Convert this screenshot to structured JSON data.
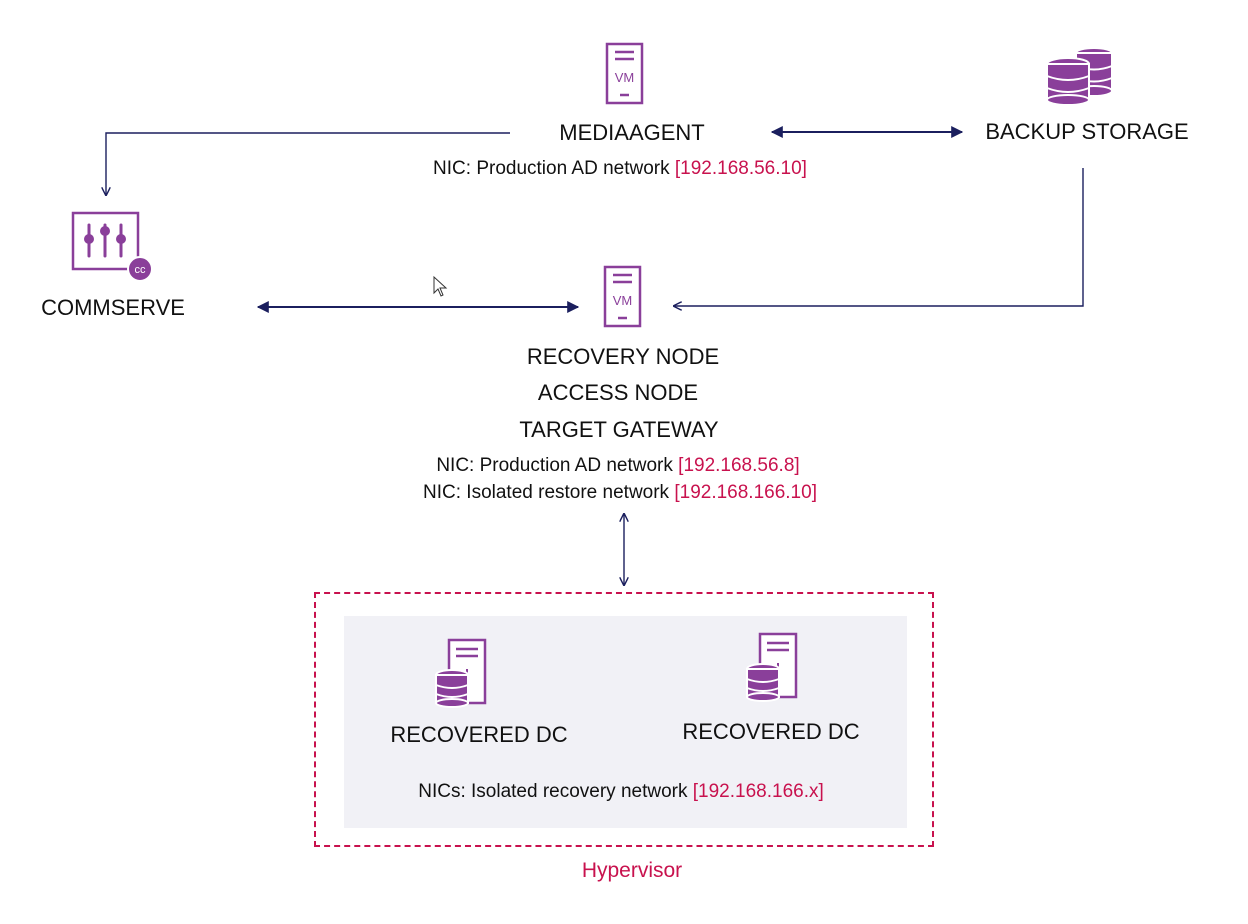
{
  "colors": {
    "icon": "#8a3f9a",
    "line": "#1b1f5e",
    "ip": "#c8124e",
    "hypervisor": "#c8124e",
    "inner_bg": "#f1f1f6"
  },
  "mediaagent": {
    "icon": "vm-server-icon",
    "icon_text": "VM",
    "label": "MEDIAAGENT",
    "nic_prefix": "NIC: Production AD network ",
    "nic_ip": "[192.168.56.10]"
  },
  "backup_storage": {
    "icon": "database-stack-icon",
    "label": "BACKUP STORAGE"
  },
  "commserve": {
    "icon": "commserve-sliders-icon",
    "badge": "cc",
    "label": "COMMSERVE"
  },
  "recovery_node": {
    "icon": "vm-server-icon",
    "icon_text": "VM",
    "label_1": "RECOVERY NODE",
    "label_2": "ACCESS NODE",
    "label_3": "TARGET GATEWAY",
    "nic1_prefix": "NIC: Production AD network ",
    "nic1_ip": "[192.168.56.8]",
    "nic2_prefix": "NIC: Isolated restore network ",
    "nic2_ip": "[192.168.166.10]"
  },
  "hypervisor": {
    "label": "Hypervisor",
    "dc_1": {
      "icon": "server-database-icon",
      "label": "RECOVERED DC"
    },
    "dc_2": {
      "icon": "server-database-icon",
      "label": "RECOVERED DC"
    },
    "nics_prefix": "NICs: Isolated recovery network ",
    "nics_ip": "[192.168.166.x]"
  }
}
